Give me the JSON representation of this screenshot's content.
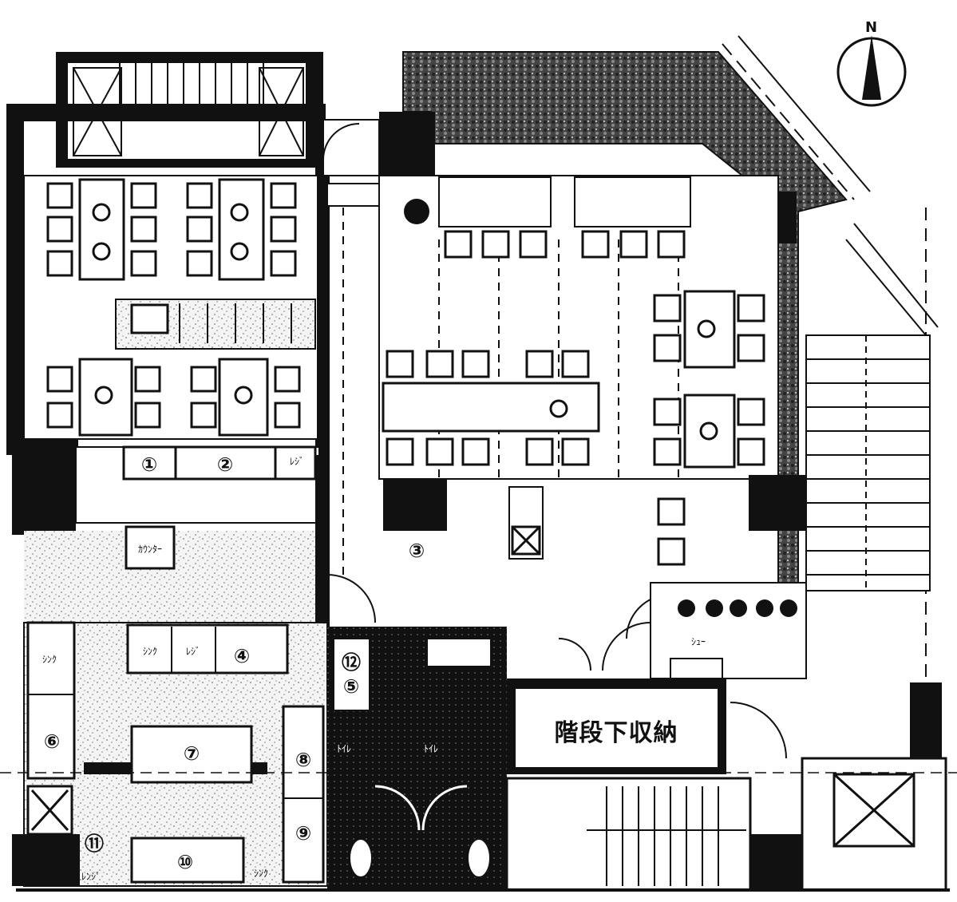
{
  "compass": {
    "letter": "N"
  },
  "storage_label": "階段下収納",
  "markers": {
    "m1": "①",
    "m2": "②",
    "m3": "③",
    "m4": "④",
    "m5": "⑤",
    "m6": "⑥",
    "m7": "⑦",
    "m8": "⑧",
    "m9": "⑨",
    "m10": "⑩",
    "m11": "⑪",
    "m12": "⑫"
  },
  "room_notes": {
    "a": "ﾚｼﾞ",
    "b": "ｶｳﾝﾀｰ",
    "c": "ｼﾝｸ",
    "d": "ﾚｼﾞ",
    "e": "ｼﾝｸ",
    "f": "ﾄｲﾚ",
    "g": "ﾄｲﾚ",
    "h": "ﾚﾝｼﾞ",
    "i": "ｼﾝｸ",
    "j": "ｼｭｰ"
  }
}
